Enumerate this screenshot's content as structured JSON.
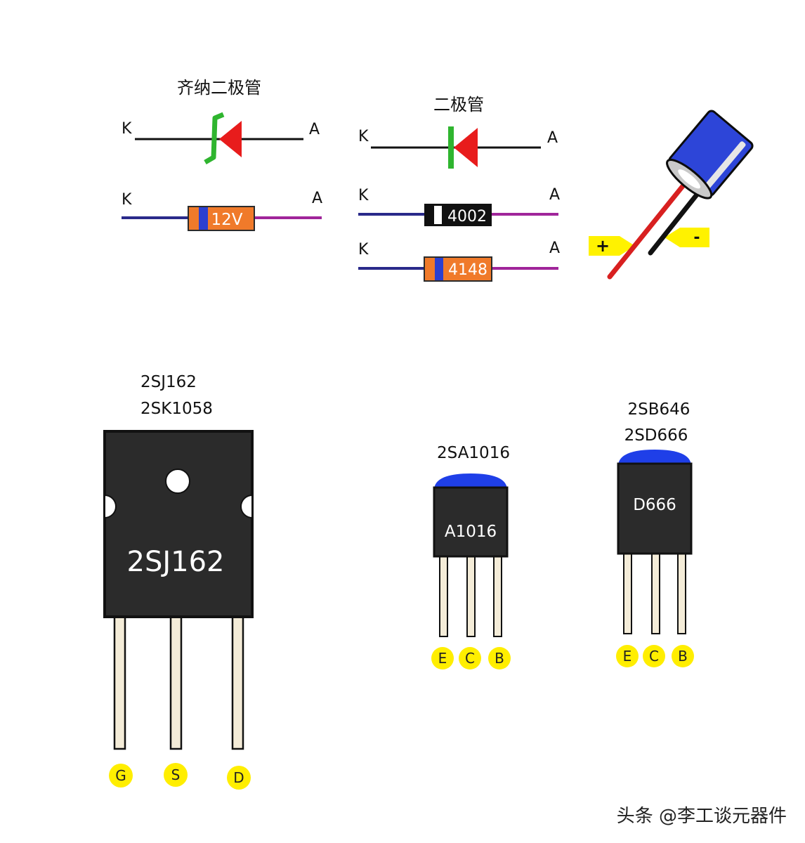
{
  "colors": {
    "zener_body": "#f07a2a",
    "band_blue": "#2b3fd0",
    "lead_left": "#2a2a8a",
    "lead_right": "#a0259a",
    "diode_triangle": "#e81c1c",
    "diode_bar": "#2fb52f",
    "package_dark": "#2b2b2b",
    "package_cap": "#1f3fe8",
    "pin_fill": "#f4ecd8",
    "pin_badge": "#ffee00",
    "polarity_yellow": "#fff200",
    "capacitor_blue": "#2d45d8",
    "lead_red": "#d82020",
    "lead_black": "#111111"
  },
  "zener": {
    "title": "齐纳二极管",
    "symbol": {
      "k_label": "K",
      "a_label": "A"
    },
    "component": {
      "k_label": "K",
      "a_label": "A",
      "marking": "12V"
    }
  },
  "diode": {
    "title": "二极管",
    "symbol": {
      "k_label": "K",
      "a_label": "A"
    },
    "component1": {
      "k_label": "K",
      "a_label": "A",
      "marking": "4002"
    },
    "component2": {
      "k_label": "K",
      "a_label": "A",
      "marking": "4148"
    }
  },
  "capacitor": {
    "plus_label": "+",
    "minus_label": "-"
  },
  "mosfet": {
    "line1": "2SJ162",
    "line2": "2SK1058",
    "marking": "2SJ162",
    "pins": [
      "G",
      "S",
      "D"
    ]
  },
  "transistor1": {
    "label": "2SA1016",
    "marking": "A1016",
    "pins": [
      "E",
      "C",
      "B"
    ]
  },
  "transistor2": {
    "line1": "2SB646",
    "line2": "2SD666",
    "marking": "D666",
    "pins": [
      "E",
      "C",
      "B"
    ]
  },
  "watermark": "头条 @李工谈元器件"
}
